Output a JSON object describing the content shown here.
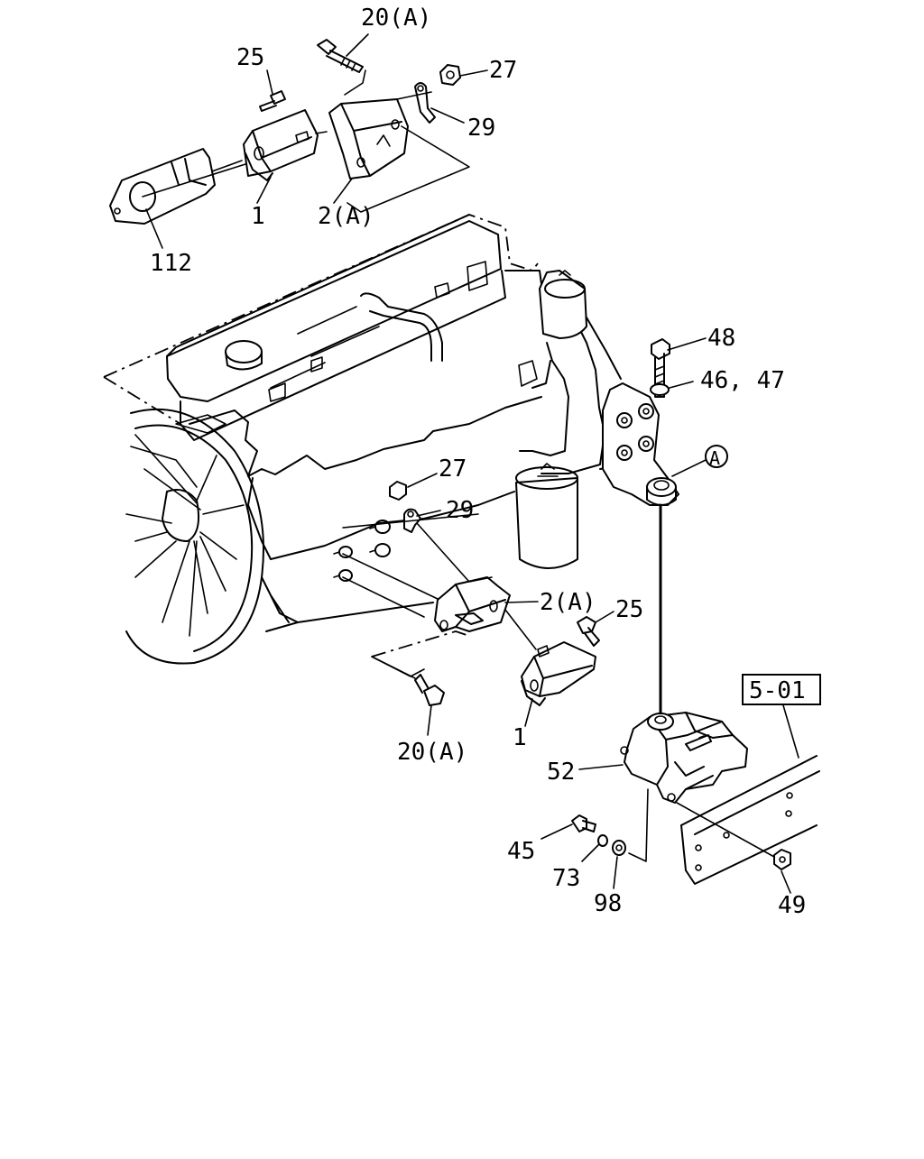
{
  "diagram": {
    "callouts": {
      "c20a_top": "20(A)",
      "c25_top": "25",
      "c27_top": "27",
      "c29_top": "29",
      "c1_top": "1",
      "c2a_top": "2(A)",
      "c112": "112",
      "c48": "48",
      "c4647": "46, 47",
      "cA": "A",
      "c27_mid": "27",
      "c29_mid": "29",
      "c2a_mid": "2(A)",
      "c25_mid": "25",
      "c20a_bot": "20(A)",
      "c1_bot": "1",
      "c501": "5-01",
      "c52": "52",
      "c45": "45",
      "c73": "73",
      "c98": "98",
      "c49": "49"
    }
  }
}
